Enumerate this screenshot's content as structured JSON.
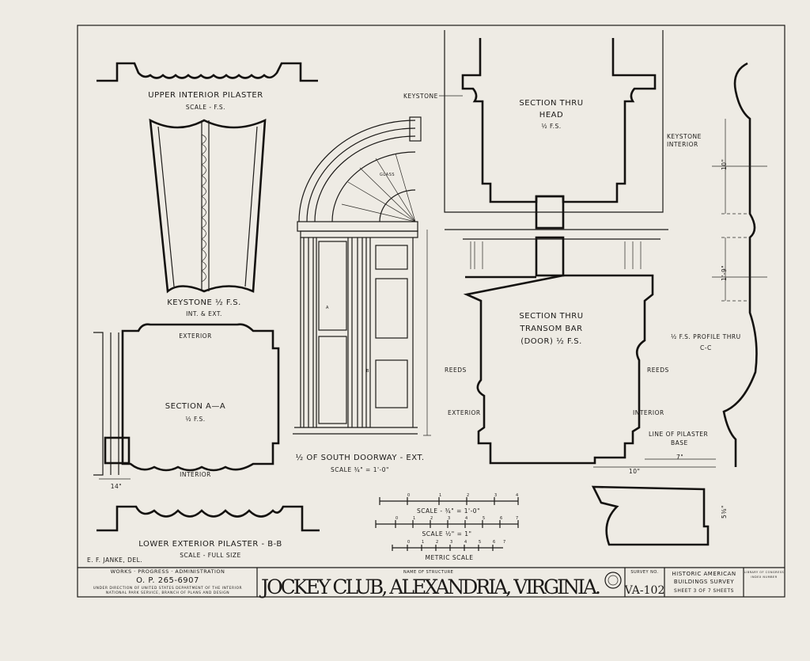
{
  "drawing": {
    "upper_pilaster": {
      "title": "UPPER INTERIOR PILASTER",
      "scale": "SCALE - F.S."
    },
    "keystone": {
      "title": "KEYSTONE ½ F.S.",
      "sub": "INT. & EXT."
    },
    "section_aa": {
      "exterior": "EXTERIOR",
      "title": "SECTION A—A",
      "scale": "½ F.S.",
      "interior": "INTERIOR",
      "dim": "14\""
    },
    "lower_pilaster": {
      "title": "LOWER EXTERIOR PILASTER - B-B",
      "scale": "SCALE - FULL SIZE"
    },
    "delineator": "E. F. JANKE, DEL.",
    "doorway": {
      "title": "½ OF SOUTH DOORWAY - EXT.",
      "scale": "SCALE ¾\" = 1'-0\"",
      "glass": "GLASS",
      "mark_a": "A",
      "mark_b": "B"
    },
    "head": {
      "keystone": "KEYSTONE",
      "title1": "SECTION THRU",
      "title2": "HEAD",
      "scale": "½ F.S.",
      "keystone_interior1": "KEYSTONE",
      "keystone_interior2": "INTERIOR"
    },
    "transom": {
      "title1": "SECTION THRU",
      "title2": "TRANSOM BAR",
      "title3": "(DOOR) ½ F.S.",
      "reeds_left": "REEDS",
      "reeds_right": "REEDS",
      "exterior": "EXTERIOR",
      "interior": "INTERIOR"
    },
    "profile": {
      "title1": "½ F.S. PROFILE THRU",
      "title2": "C-C",
      "dim_top": "10\"",
      "dim_mid": "1'-9\"",
      "pilaster_base1": "LINE OF PILASTER",
      "pilaster_base2": "BASE",
      "dim_7": "7\"",
      "dim_10": "10\"",
      "dim_side": "5⅜\""
    },
    "scales": [
      {
        "label": "SCALE - ¾\" = 1'-0\"",
        "ticks": [
          "0",
          "1",
          "2",
          "3",
          "4"
        ]
      },
      {
        "label": "SCALE ½\" = 1\"",
        "ticks": [
          "0",
          "1",
          "2",
          "3",
          "4",
          "5",
          "6",
          "7"
        ]
      },
      {
        "label": "METRIC SCALE",
        "ticks": [
          "0",
          "1",
          "2",
          "3",
          "4",
          "5",
          "6",
          "7"
        ]
      }
    ]
  },
  "title_block": {
    "wpa1": "WORKS · PROGRESS · ADMINISTRATION",
    "wpa2": "O. P. 265-6907",
    "wpa3": "UNDER DIRECTION OF UNITED STATES DEPARTMENT OF THE INTERIOR",
    "wpa4": "NATIONAL PARK SERVICE, BRANCH OF PLANS AND DESIGN",
    "name_label": "NAME OF STRUCTURE",
    "name": "JOCKEY CLUB,   ALEXANDRIA, VIRGINIA.",
    "survey_label": "SURVEY NO.",
    "survey_no": "VA-102",
    "habs1": "HISTORIC AMERICAN",
    "habs2": "BUILDINGS SURVEY",
    "sheet": "SHEET 3 OF 7 SHEETS",
    "loc1": "LIBRARY OF CONGRESS",
    "loc2": "INDEX NUMBER"
  }
}
